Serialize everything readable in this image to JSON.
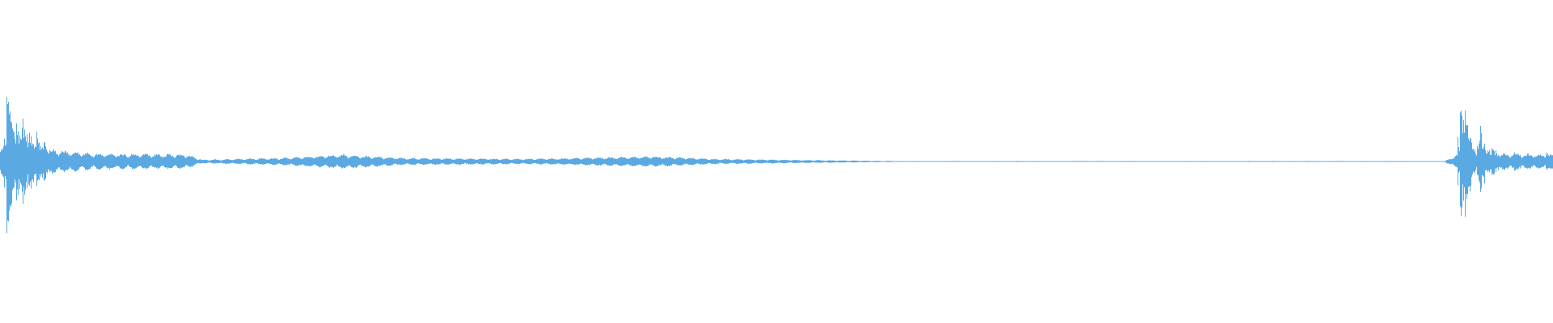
{
  "waveform": {
    "color": "#5aa9e3",
    "background": "#ffffff",
    "amplitude_scale": 1.0,
    "events": [
      {
        "time": 0.004,
        "peak": 0.99,
        "decay": 0.08
      },
      {
        "time": 0.006,
        "peak": 0.75,
        "decay": 0.09
      },
      {
        "time": 0.01,
        "peak": 0.52,
        "decay": 0.1
      },
      {
        "time": 0.014,
        "peak": 0.62,
        "decay": 0.09
      },
      {
        "time": 0.018,
        "peak": 0.48,
        "decay": 0.1
      },
      {
        "time": 0.023,
        "peak": 0.38,
        "decay": 0.11
      },
      {
        "time": 0.028,
        "peak": 0.26,
        "decay": 0.12
      },
      {
        "time": 0.94,
        "peak": 0.82,
        "decay": 0.07
      },
      {
        "time": 0.943,
        "peak": 0.8,
        "decay": 0.07
      },
      {
        "time": 0.952,
        "peak": 0.48,
        "decay": 0.09
      },
      {
        "time": 0.96,
        "peak": 0.22,
        "decay": 0.1
      },
      {
        "time": 0.975,
        "peak": 0.12,
        "decay": 0.15
      },
      {
        "time": 0.995,
        "peak": 0.12,
        "decay": 0.2
      }
    ],
    "envelope": [
      {
        "time": 0.0,
        "amp": 0.2
      },
      {
        "time": 0.03,
        "amp": 0.14
      },
      {
        "time": 0.06,
        "amp": 0.09
      },
      {
        "time": 0.12,
        "amp": 0.08
      },
      {
        "time": 0.13,
        "amp": 0.02
      },
      {
        "time": 0.18,
        "amp": 0.04
      },
      {
        "time": 0.22,
        "amp": 0.08
      },
      {
        "time": 0.26,
        "amp": 0.04
      },
      {
        "time": 0.34,
        "amp": 0.03
      },
      {
        "time": 0.42,
        "amp": 0.06
      },
      {
        "time": 0.46,
        "amp": 0.03
      },
      {
        "time": 0.53,
        "amp": 0.015
      },
      {
        "time": 0.58,
        "amp": 0.005
      },
      {
        "time": 0.93,
        "amp": 0.005
      },
      {
        "time": 0.94,
        "amp": 0.1
      },
      {
        "time": 1.0,
        "amp": 0.08
      }
    ]
  }
}
